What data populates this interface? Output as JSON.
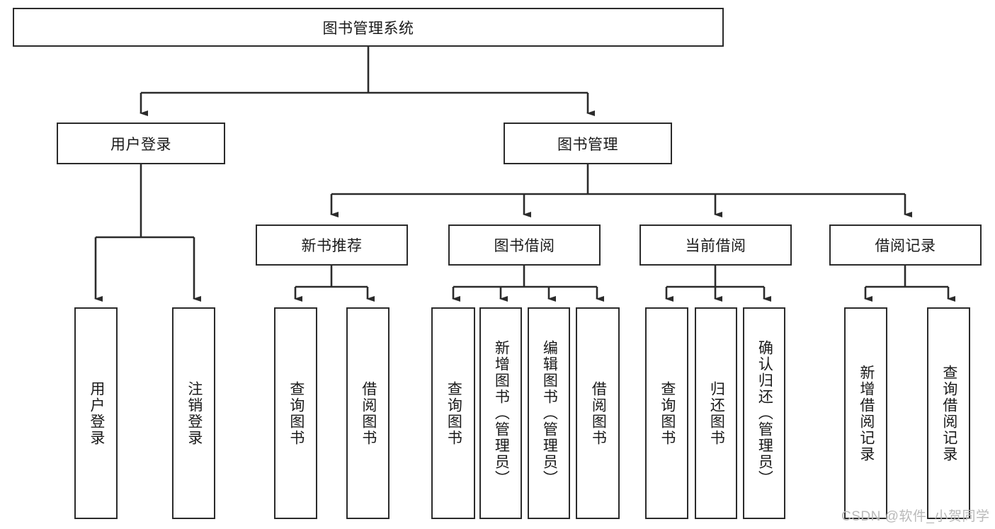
{
  "diagram": {
    "type": "tree-hierarchy",
    "title": "图书管理系统",
    "watermark": "CSDN @软件_小贺同学",
    "colors": {
      "box_border": "#2b2b2b",
      "box_fill": "#ffffff",
      "connector": "#2b2b2b",
      "text": "#1a1a1a",
      "watermark": "#b9b9b9"
    },
    "nodes": {
      "root": "图书管理系统",
      "level1": [
        "用户登录",
        "图书管理"
      ],
      "level2": [
        "新书推荐",
        "图书借阅",
        "当前借阅",
        "借阅记录"
      ],
      "leaves_user_login": [
        "用户登录",
        "注销登录"
      ],
      "leaves_new_book": [
        "查询图书",
        "借阅图书"
      ],
      "leaves_borrow": [
        "查询图书",
        "新增图书（管理员）",
        "编辑图书（管理员）",
        "借阅图书"
      ],
      "leaves_current": [
        "查询图书",
        "归还图书",
        "确认归还（管理员）"
      ],
      "leaves_records": [
        "新增借阅记录",
        "查询借阅记录"
      ]
    }
  }
}
